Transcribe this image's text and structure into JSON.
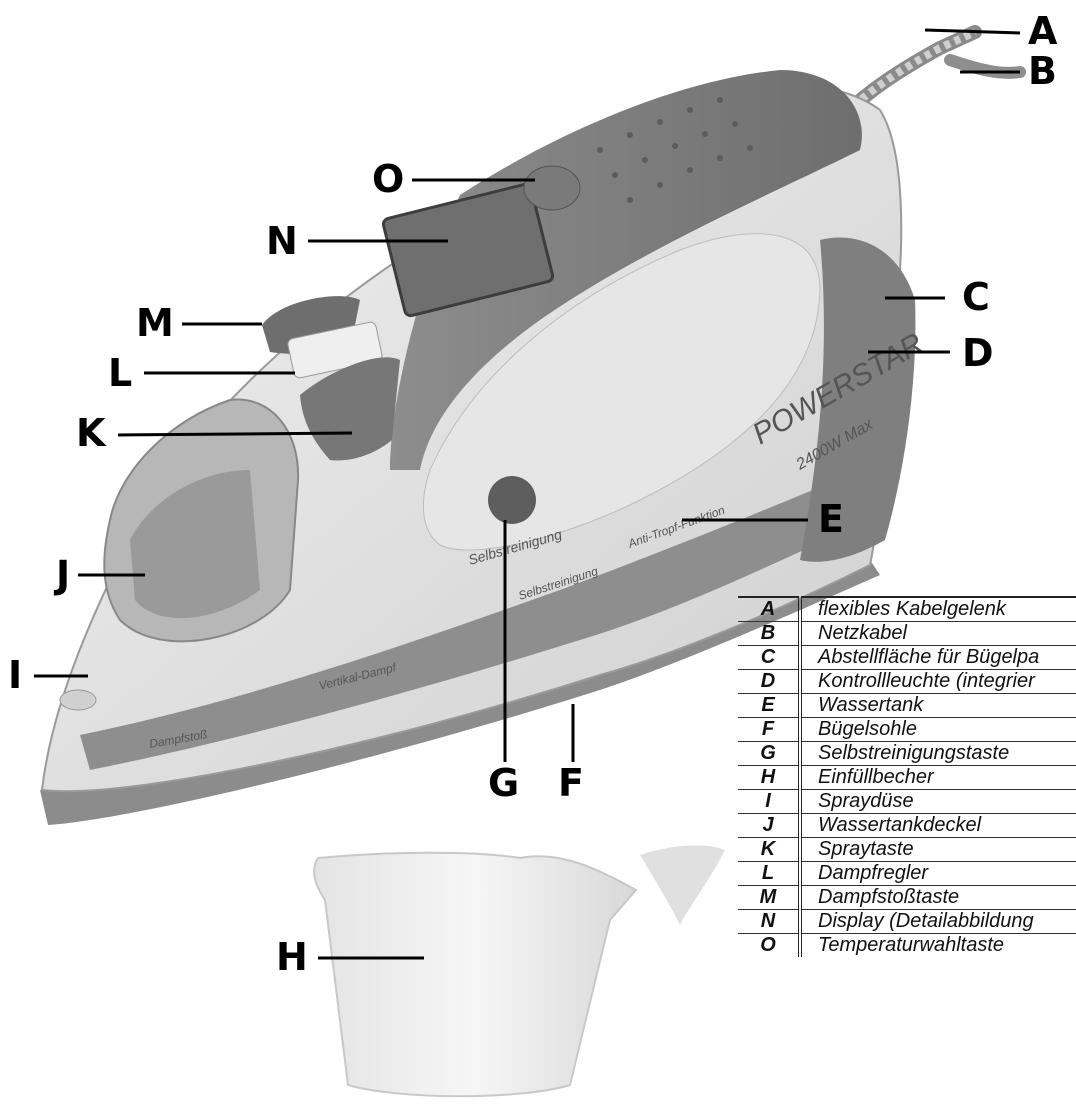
{
  "brand": {
    "name": "POWERSTAR",
    "power_label": "2400W Max"
  },
  "iron_labels": {
    "button_text": "Selbstreinigung",
    "band_1": "Anti-Tropf-Funktion",
    "band_2": "Selbstreinigung",
    "band_3": "Vertikal-Dampf",
    "band_4": "Dampfstoß"
  },
  "callouts": [
    "A",
    "B",
    "C",
    "D",
    "E",
    "F",
    "G",
    "H",
    "I",
    "J",
    "K",
    "L",
    "M",
    "N",
    "O"
  ],
  "legend": [
    {
      "key": "A",
      "text": "flexibles Kabelgelenk"
    },
    {
      "key": "B",
      "text": "Netzkabel"
    },
    {
      "key": "C",
      "text": "Abstellfläche für Bügelpa"
    },
    {
      "key": "D",
      "text": "Kontrollleuchte (integrier"
    },
    {
      "key": "E",
      "text": "Wassertank"
    },
    {
      "key": "F",
      "text": "Bügelsohle"
    },
    {
      "key": "G",
      "text": "Selbstreinigungstaste"
    },
    {
      "key": "H",
      "text": "Einfüllbecher"
    },
    {
      "key": "I",
      "text": "Spraydüse"
    },
    {
      "key": "J",
      "text": "Wassertankdeckel"
    },
    {
      "key": "K",
      "text": "Spraytaste"
    },
    {
      "key": "L",
      "text": "Dampfregler"
    },
    {
      "key": "M",
      "text": "Dampfstoßtaste"
    },
    {
      "key": "N",
      "text": "Display (Detailabbildung"
    },
    {
      "key": "O",
      "text": "Temperaturwahltaste"
    }
  ]
}
